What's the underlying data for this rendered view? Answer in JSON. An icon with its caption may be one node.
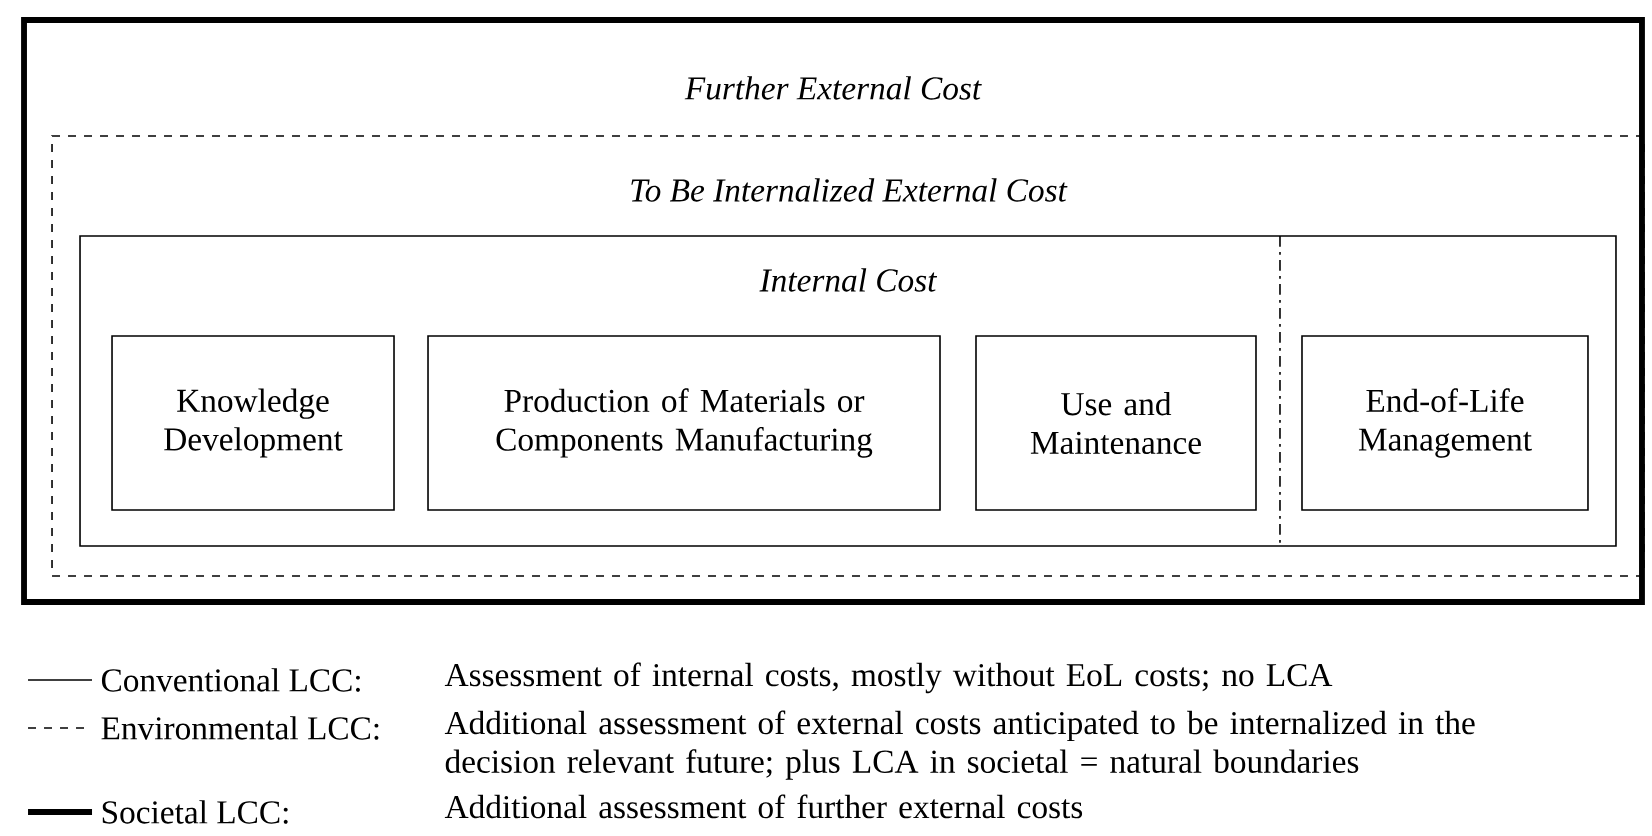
{
  "diagram": {
    "nodes": [
      {
        "text": [
          "Further External Cost"
        ]
      },
      {
        "text": [
          "To Be Internalized External Cost"
        ],
        "in": 0
      },
      {
        "text": [
          "Internal Cost"
        ],
        "in": 1
      },
      {
        "text": [
          "Knowledge Development"
        ],
        "in": 2
      },
      {
        "text": [
          "Production of Materials or Components Manufacturing"
        ],
        "in": 2
      },
      {
        "text": [
          "Use and Maintenance"
        ],
        "in": 2
      },
      {
        "text": [
          "End-of-Life Management"
        ],
        "in": 2
      }
    ],
    "edges": [],
    "labels": [
      "Assessment of internal costs, mostly without EoL costs; no LCA",
      "Additional assessment of external costs anticipated to be internalized in the decision relevant future; plus LCA in societal = natural boundaries",
      "Additional assessment of further external costs"
    ],
    "legend": [
      {
        "text": "Conventional LCC:"
      },
      {
        "text": "Environmental LCC:"
      },
      {
        "text": "Societal LCC:"
      }
    ]
  }
}
